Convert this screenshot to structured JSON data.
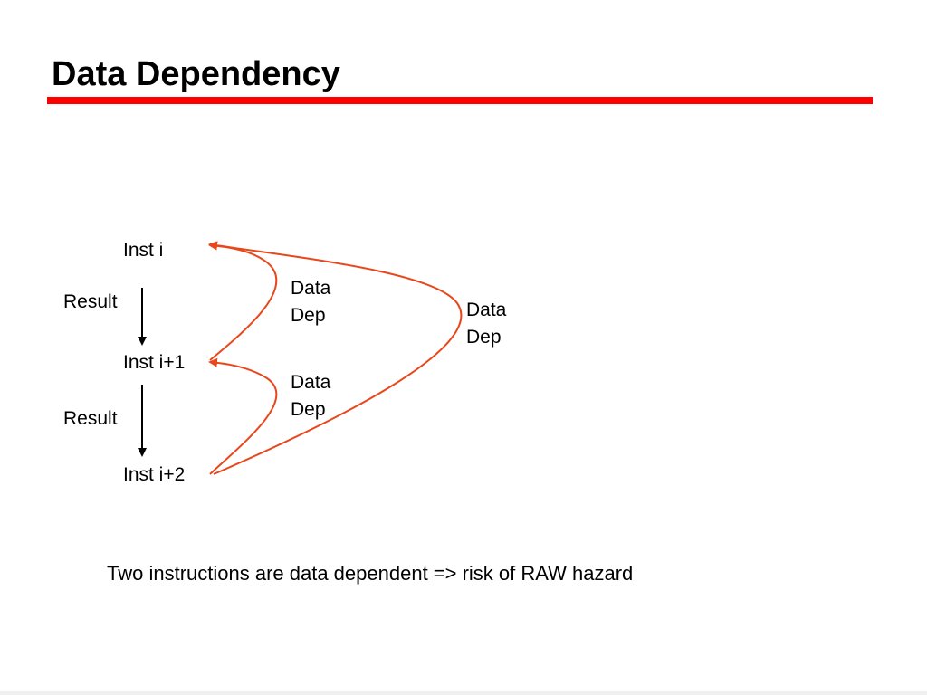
{
  "slide": {
    "title": "Data Dependency",
    "caption": "Two instructions are data dependent => risk of RAW hazard"
  },
  "diagram": {
    "instructions": [
      "Inst i",
      "Inst i+1",
      "Inst i+2"
    ],
    "result_labels": [
      "Result",
      "Result"
    ],
    "dependencies": [
      {
        "line1": "Data",
        "line2": "Dep"
      },
      {
        "line1": "Data",
        "line2": "Dep"
      },
      {
        "line1": "Data",
        "line2": "Dep"
      }
    ],
    "colors": {
      "accent_rule": "#ff0000",
      "dependency_arrow": "#e8471c",
      "result_arrow": "#000000"
    }
  }
}
